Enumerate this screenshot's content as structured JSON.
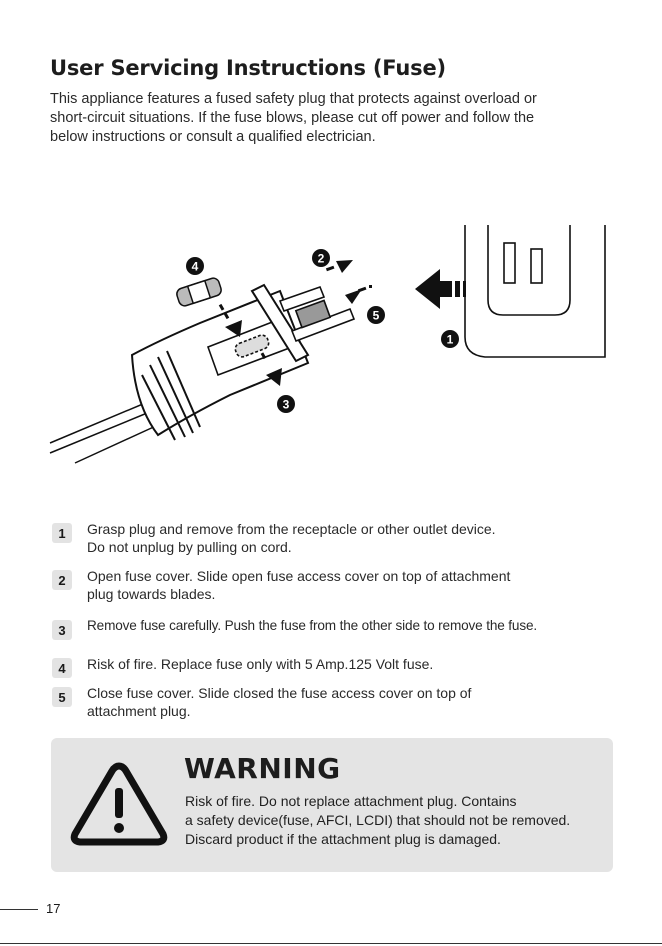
{
  "title": "User Servicing Instructions (Fuse)",
  "intro": [
    "This appliance features a fused safety plug that protects against overload or",
    "short-circuit situations. If the fuse blows, please cut off power and follow the",
    "below instructions or consult a qualified electrician."
  ],
  "figure": {
    "callouts": [
      "1",
      "2",
      "3",
      "4",
      "5"
    ]
  },
  "steps": [
    {
      "num": "1",
      "lines": [
        "Grasp plug and remove from the receptacle or other outlet device.",
        "Do not unplug by pulling on cord."
      ]
    },
    {
      "num": "2",
      "lines": [
        "Open fuse cover. Slide open fuse access cover on top of attachment",
        "plug towards blades."
      ]
    },
    {
      "num": "3",
      "lines": [
        "Remove fuse carefully. Push the fuse from the other side to remove the fuse."
      ]
    },
    {
      "num": "4",
      "lines": [
        "Risk of fire. Replace fuse only with 5 Amp.125 Volt fuse."
      ]
    },
    {
      "num": "5",
      "lines": [
        "Close fuse cover. Slide closed the fuse access cover on top of",
        "attachment plug."
      ]
    }
  ],
  "warning": {
    "title": "WARNING",
    "lines": [
      "Risk of fire. Do not replace attachment plug. Contains",
      "a safety device(fuse, AFCI, LCDI) that should not be removed.",
      "Discard product if the attachment plug is damaged."
    ]
  },
  "page_number": "17"
}
